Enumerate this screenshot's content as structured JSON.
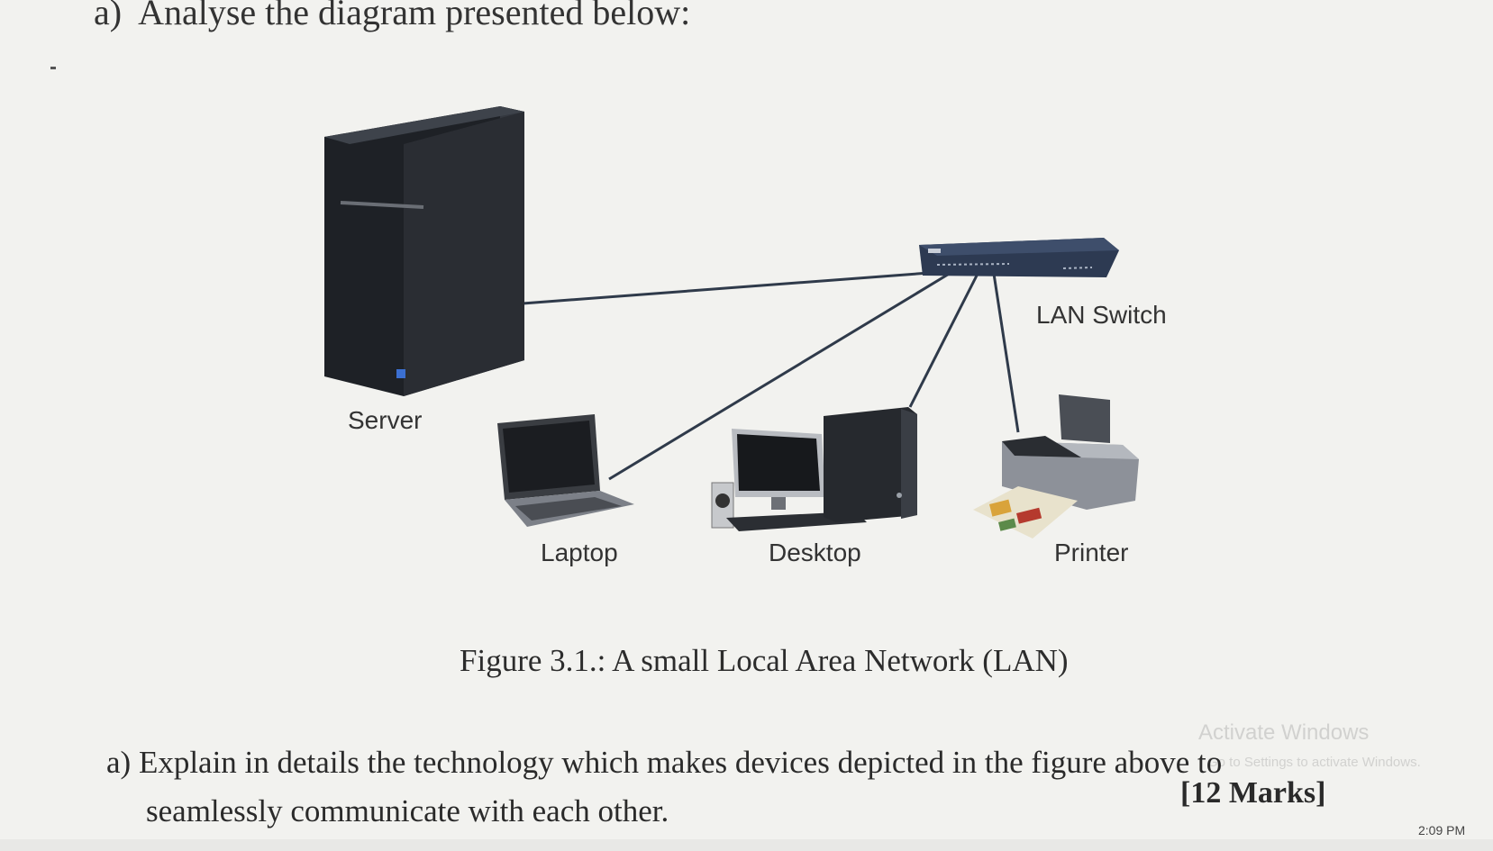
{
  "question_top": {
    "number": "a)",
    "text": "Analyse the diagram presented below:"
  },
  "diagram": {
    "nodes": {
      "server": "Server",
      "switch": "LAN Switch",
      "laptop": "Laptop",
      "desktop": "Desktop",
      "printer": "Printer"
    },
    "edges": [
      [
        "server",
        "switch"
      ],
      [
        "laptop",
        "switch"
      ],
      [
        "desktop",
        "switch"
      ],
      [
        "printer",
        "switch"
      ]
    ],
    "caption": "Figure 3.1.: A small Local Area Network (LAN)"
  },
  "question_b": {
    "line1": "a) Explain in details the technology which makes devices depicted in the figure above to",
    "line2": "seamlessly communicate with each other.",
    "marks": "[12 Marks]"
  },
  "system": {
    "watermark_title": "Activate Windows",
    "watermark_subtitle": "Go to Settings to activate Windows.",
    "clock": "2:09 PM"
  },
  "colors": {
    "cable": "#2f3a4a",
    "device_dark": "#22252b",
    "switch_body": "#2d3a52"
  }
}
